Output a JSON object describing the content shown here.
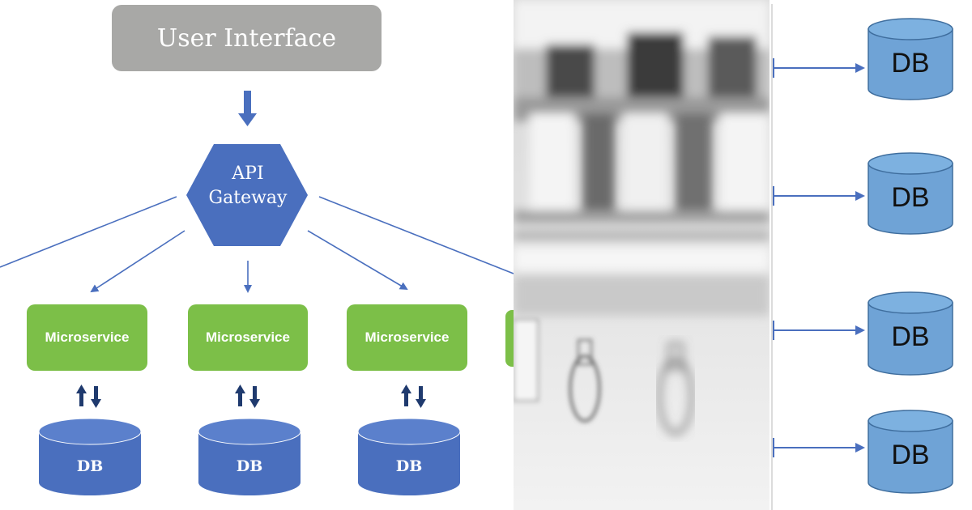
{
  "diagram": {
    "user_interface": "User Interface",
    "gateway_line1": "API",
    "gateway_line2": "Gateway",
    "microservices": [
      "Microservice",
      "Microservice",
      "Microservice"
    ],
    "databases": [
      "DB",
      "DB",
      "DB"
    ]
  },
  "right_diagram": {
    "databases": [
      "DB",
      "DB",
      "DB",
      "DB"
    ]
  },
  "colors": {
    "ui_box": "#a8a8a6",
    "gateway": "#4a6fbe",
    "microservice": "#7cbf48",
    "db_left": "#4a6fbe",
    "db_right": "#6fa3d6",
    "arrow": "#4a6fbe"
  }
}
